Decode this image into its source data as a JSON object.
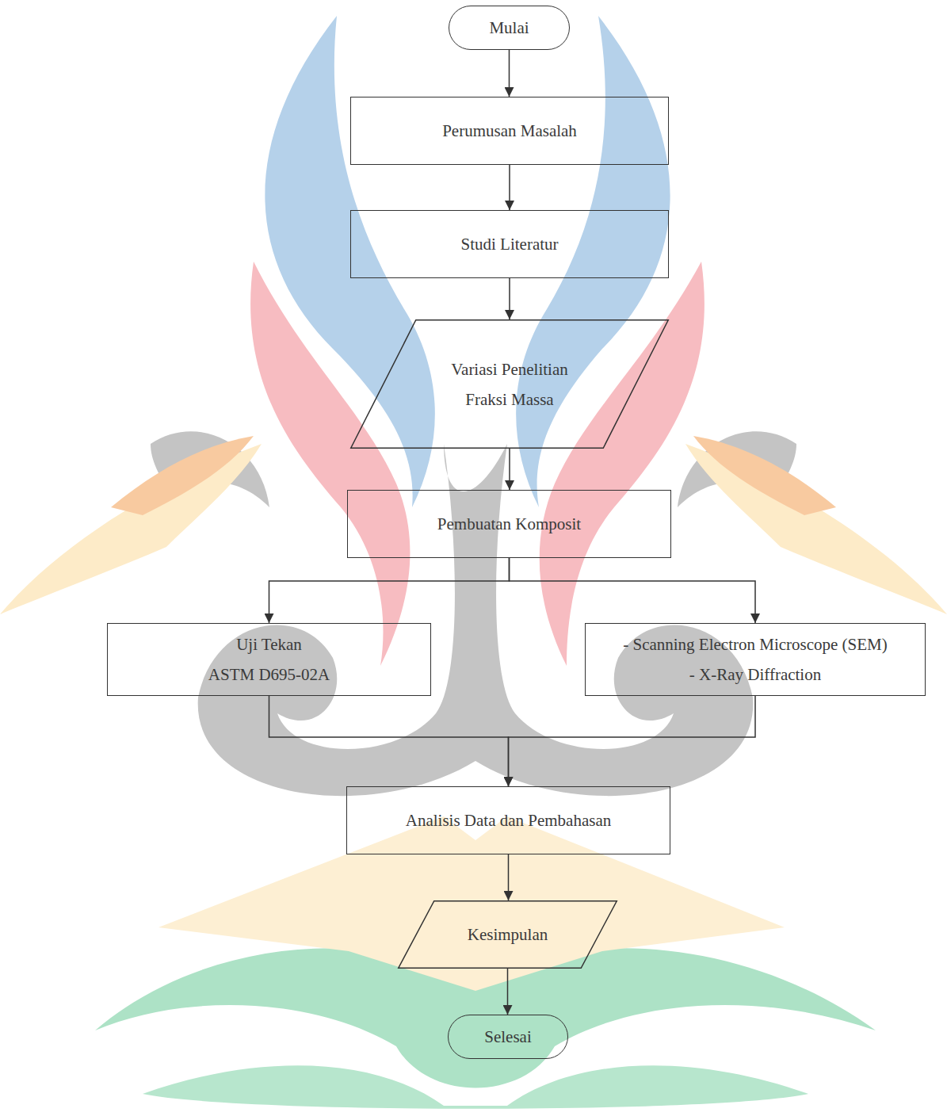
{
  "diagram": {
    "nodes": [
      {
        "text": [
          "Mulai"
        ]
      },
      {
        "text": [
          "Perumusan Masalah"
        ]
      },
      {
        "text": [
          "Studi Literatur"
        ]
      },
      {
        "text": [
          "Variasi Penelitian Fraksi Massa"
        ]
      },
      {
        "text": [
          "Pembuatan Komposit"
        ]
      },
      {
        "text": [
          "Uji Tekan",
          "ASTM D695-02A"
        ]
      },
      {
        "text": [
          "- Scanning Electron Microscope (SEM)",
          "- X-Ray Diffraction"
        ]
      },
      {
        "text": [
          "Analisis Data dan Pembahasan"
        ]
      },
      {
        "text": [
          "Kesimpulan"
        ]
      },
      {
        "text": [
          "Selesai"
        ]
      }
    ],
    "edges": [
      {
        "from": 0,
        "to": 1,
        "arrow": "to"
      },
      {
        "from": 1,
        "to": 2,
        "arrow": "to"
      },
      {
        "from": 2,
        "to": 3,
        "arrow": "to"
      },
      {
        "from": 3,
        "to": 4,
        "arrow": "to"
      },
      {
        "from": 4,
        "to": 5,
        "arrow": "to"
      },
      {
        "from": 4,
        "to": 6,
        "arrow": "to"
      },
      {
        "from": 5,
        "to": 7,
        "arrow": "to"
      },
      {
        "from": 6,
        "to": 7,
        "arrow": "to"
      },
      {
        "from": 7,
        "to": 8,
        "arrow": "to"
      },
      {
        "from": 8,
        "to": 9,
        "arrow": "to"
      }
    ]
  }
}
